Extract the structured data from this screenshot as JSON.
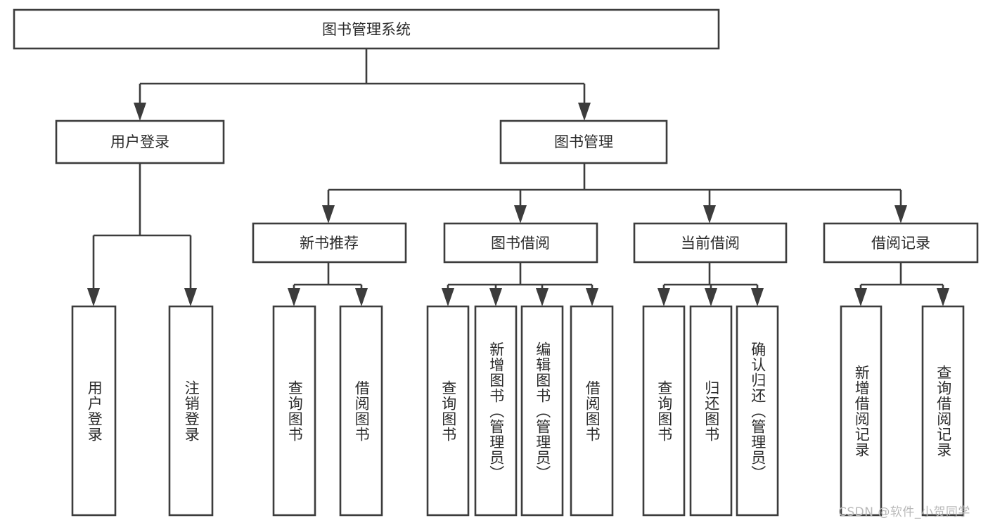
{
  "diagram": {
    "type": "tree",
    "title": "图书管理系统",
    "orientation": "top-down",
    "colors": {
      "stroke": "#3c3c3c",
      "box_fill": "#ffffff",
      "text": "#2b2b2b",
      "background": "#ffffff",
      "watermark": "#b9b9b9"
    },
    "nodes": {
      "root": {
        "label": "图书管理系统",
        "level": 0,
        "orientation": "horizontal"
      },
      "l1_0": {
        "label": "用户登录",
        "level": 1,
        "orientation": "horizontal"
      },
      "l1_1": {
        "label": "图书管理",
        "level": 1,
        "orientation": "horizontal"
      },
      "l2_0": {
        "label": "新书推荐",
        "level": 2,
        "orientation": "horizontal"
      },
      "l2_1": {
        "label": "图书借阅",
        "level": 2,
        "orientation": "horizontal"
      },
      "l2_2": {
        "label": "当前借阅",
        "level": 2,
        "orientation": "horizontal"
      },
      "l2_3": {
        "label": "借阅记录",
        "level": 2,
        "orientation": "horizontal"
      },
      "leaf_0": {
        "label": "用户登录",
        "level": 3,
        "orientation": "vertical"
      },
      "leaf_1": {
        "label": "注销登录",
        "level": 3,
        "orientation": "vertical"
      },
      "leaf_2": {
        "label": "查询图书",
        "level": 3,
        "orientation": "vertical"
      },
      "leaf_3": {
        "label": "借阅图书",
        "level": 3,
        "orientation": "vertical"
      },
      "leaf_4": {
        "label": "查询图书",
        "level": 3,
        "orientation": "vertical"
      },
      "leaf_5": {
        "label": "新增图书（管理员）",
        "level": 3,
        "orientation": "vertical"
      },
      "leaf_6": {
        "label": "编辑图书（管理员）",
        "level": 3,
        "orientation": "vertical"
      },
      "leaf_7": {
        "label": "借阅图书",
        "level": 3,
        "orientation": "vertical"
      },
      "leaf_8": {
        "label": "查询图书",
        "level": 3,
        "orientation": "vertical"
      },
      "leaf_9": {
        "label": "归还图书",
        "level": 3,
        "orientation": "vertical"
      },
      "leaf_10": {
        "label": "确认归还（管理员）",
        "level": 3,
        "orientation": "vertical"
      },
      "leaf_11": {
        "label": "新增借阅记录",
        "level": 3,
        "orientation": "vertical"
      },
      "leaf_12": {
        "label": "查询借阅记录",
        "level": 3,
        "orientation": "vertical"
      }
    },
    "hierarchy": [
      {
        "label": "图书管理系统",
        "children": [
          {
            "label": "用户登录",
            "children": [
              {
                "label": "用户登录"
              },
              {
                "label": "注销登录"
              }
            ]
          },
          {
            "label": "图书管理",
            "children": [
              {
                "label": "新书推荐",
                "children": [
                  {
                    "label": "查询图书"
                  },
                  {
                    "label": "借阅图书"
                  }
                ]
              },
              {
                "label": "图书借阅",
                "children": [
                  {
                    "label": "查询图书"
                  },
                  {
                    "label": "新增图书（管理员）"
                  },
                  {
                    "label": "编辑图书（管理员）"
                  },
                  {
                    "label": "借阅图书"
                  }
                ]
              },
              {
                "label": "当前借阅",
                "children": [
                  {
                    "label": "查询图书"
                  },
                  {
                    "label": "归还图书"
                  },
                  {
                    "label": "确认归还（管理员）"
                  }
                ]
              },
              {
                "label": "借阅记录",
                "children": [
                  {
                    "label": "新增借阅记录"
                  },
                  {
                    "label": "查询借阅记录"
                  }
                ]
              }
            ]
          }
        ]
      }
    ]
  },
  "watermark": {
    "text": "CSDN @软件_小贺同学"
  }
}
